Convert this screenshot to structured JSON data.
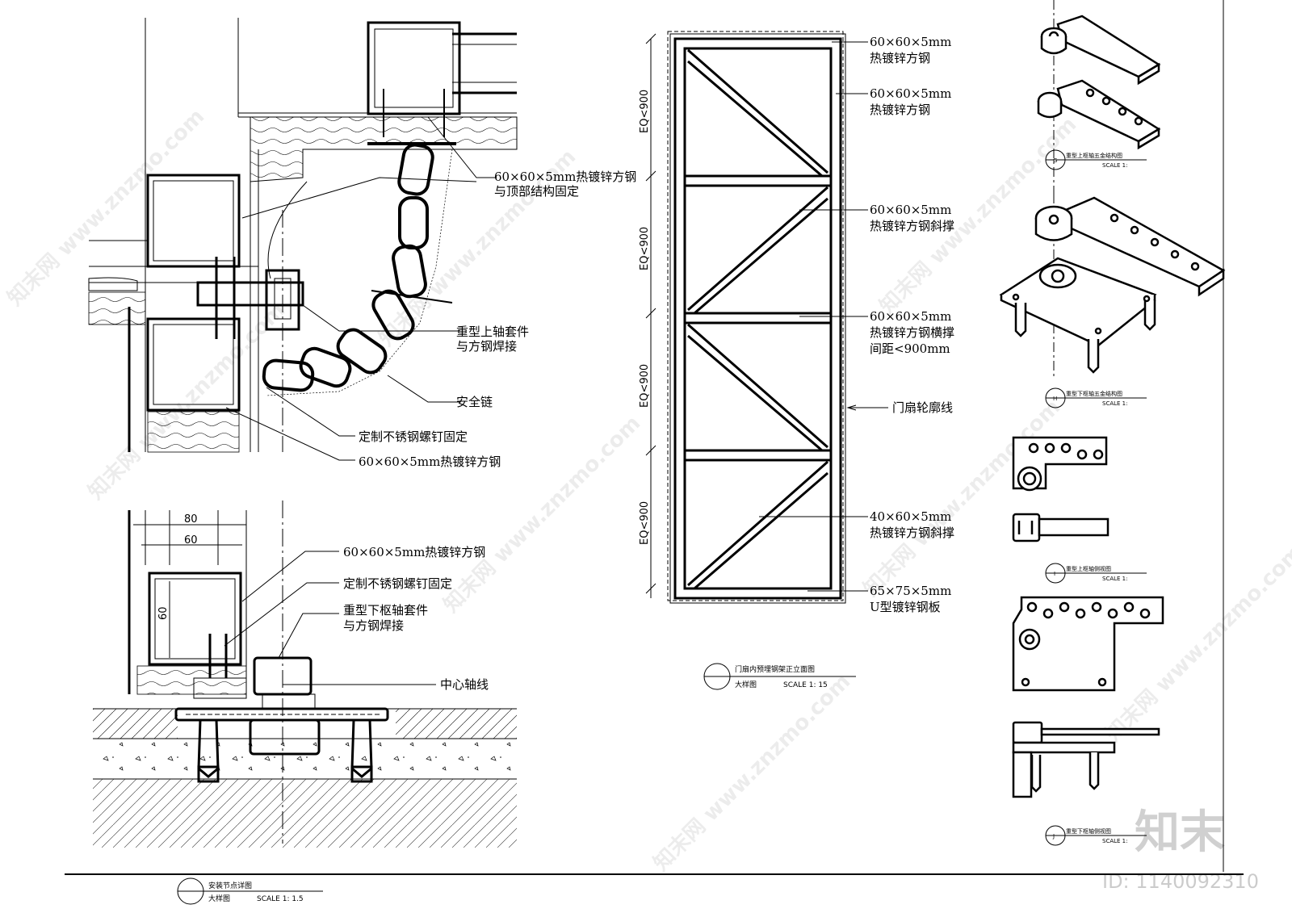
{
  "detail": {
    "labels": {
      "top_steel": "60×60×5mm热镀锌方钢",
      "top_steel_2": "与顶部结构固定",
      "upper_pivot": "重型上轴套件",
      "upper_pivot_2": "与方钢焊接",
      "chain": "安全链",
      "screw": "定制不锈钢螺钉固定",
      "side_steel": "60×60×5mm热镀锌方钢",
      "bottom_steel": "60×60×5mm热镀锌方钢",
      "bottom_screw": "定制不锈钢螺钉固定",
      "lower_pivot": "重型下枢轴套件",
      "lower_pivot_2": "与方钢焊接",
      "axis": "中心轴线"
    },
    "dims": {
      "w80": "80",
      "w60": "60",
      "h60": "60"
    },
    "title": {
      "name": "安装节点详图",
      "sub": "大样图",
      "scale": "SCALE 1: 1.5"
    }
  },
  "frame": {
    "dims": [
      "EQ<900",
      "EQ<900",
      "EQ<900",
      "EQ<900"
    ],
    "labels": [
      {
        "l1": "60×60×5mm",
        "l2": "热镀锌方钢"
      },
      {
        "l1": "60×60×5mm",
        "l2": "热镀锌方钢"
      },
      {
        "l1": "60×60×5mm",
        "l2": "热镀锌方钢斜撑"
      },
      {
        "l1": "60×60×5mm",
        "l2": "热镀锌方钢横撑",
        "l3": "间距<900mm"
      },
      {
        "l1": "门扇轮廓线"
      },
      {
        "l1": "40×60×5mm",
        "l2": "热镀锌方钢斜撑"
      },
      {
        "l1": "65×75×5mm",
        "l2": "U型镀锌钢板"
      }
    ],
    "title": {
      "name": "门扇内预埋钢架正立面图",
      "sub": "大样图",
      "scale": "SCALE 1: 15"
    }
  },
  "hardware": {
    "G": {
      "letter": "G",
      "name": "重型上枢轴五金结构图",
      "scale": "SCALE 1:"
    },
    "H": {
      "letter": "H",
      "name": "重型下枢轴五金结构图",
      "scale": "SCALE 1:"
    },
    "I": {
      "letter": "I",
      "name": "重型上枢轴侧视图",
      "scale": "SCALE 1:"
    },
    "J": {
      "letter": "J",
      "name": "重型下枢轴侧视图",
      "scale": "SCALE 1:"
    }
  },
  "watermark": {
    "brand": "知末",
    "id": "ID: 1140092310",
    "site": "知末网 www.znzmo.com"
  }
}
